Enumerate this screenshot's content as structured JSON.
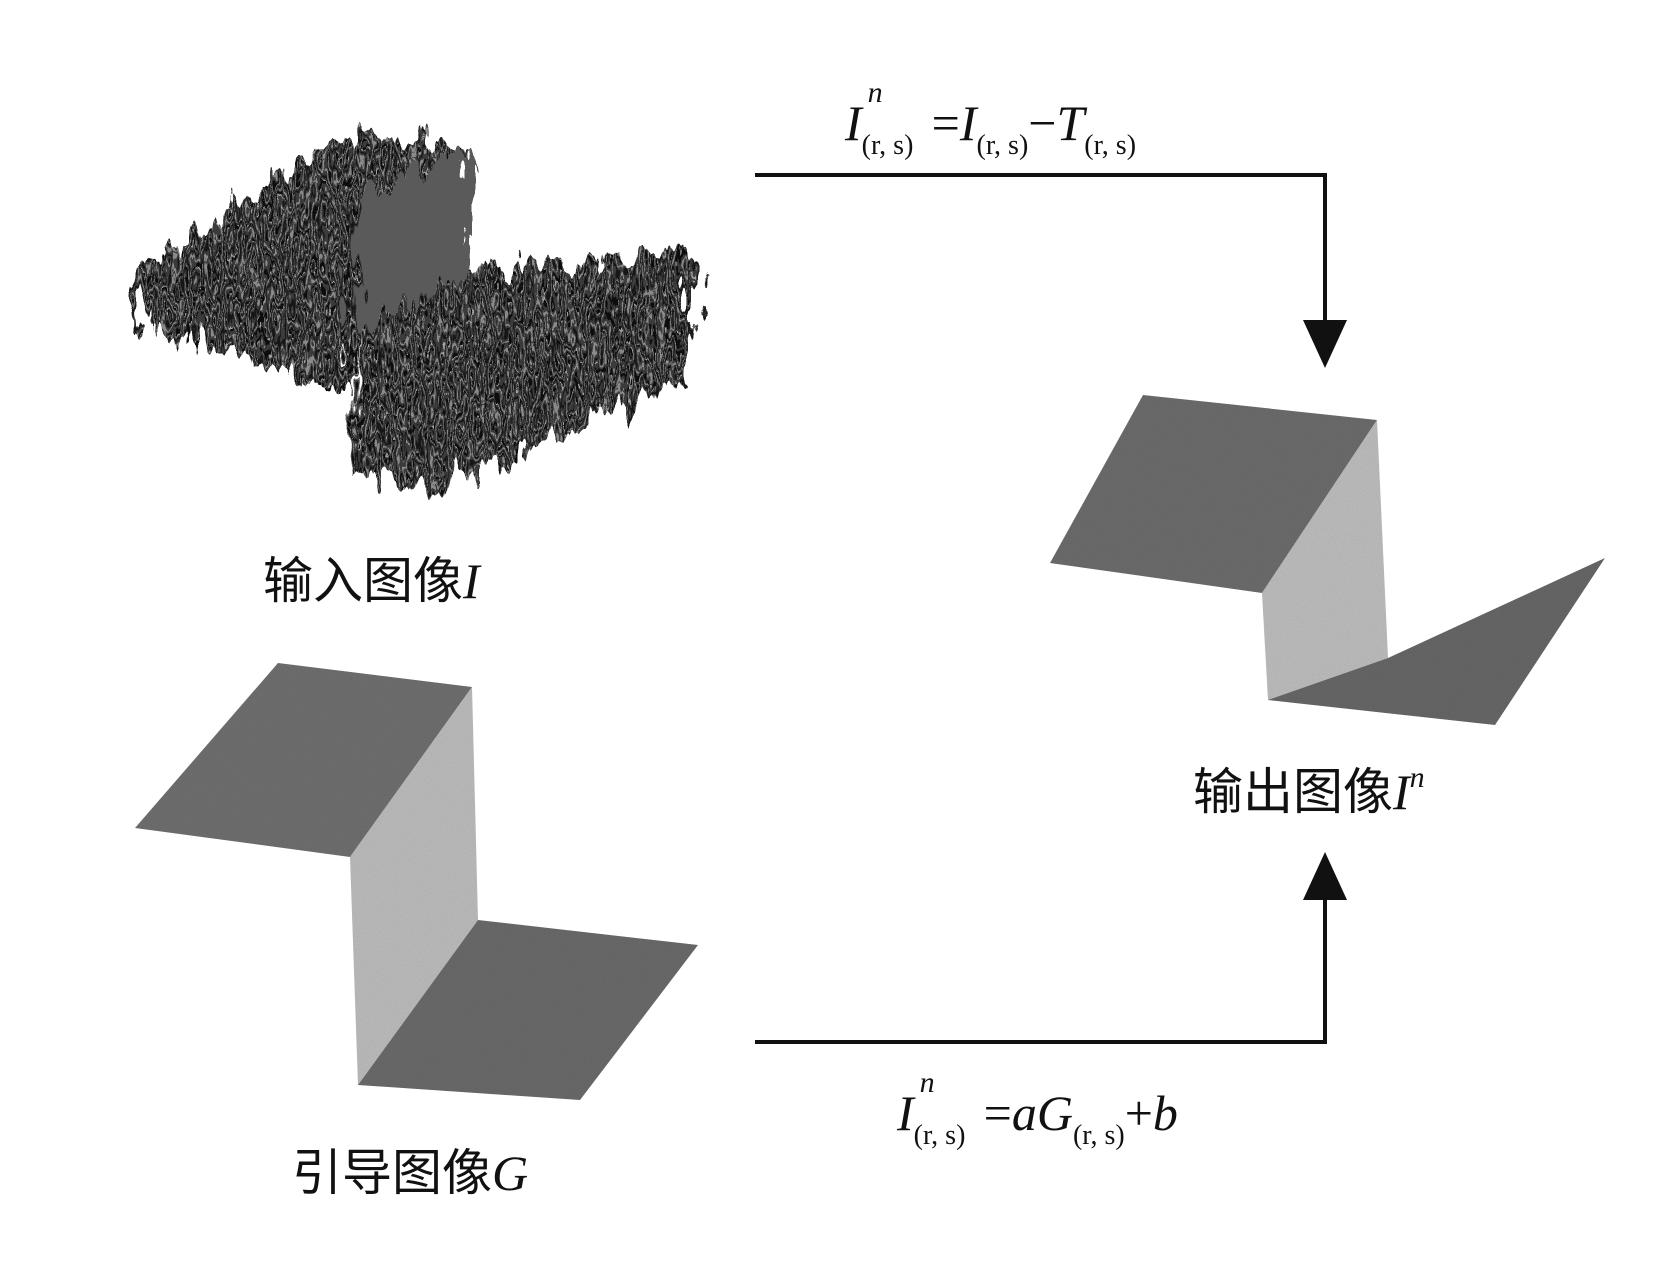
{
  "labels": {
    "input": "输入图像",
    "input_var": "I",
    "guide": "引导图像",
    "guide_var": "G",
    "output": "输出图像",
    "output_var": "I",
    "output_sup": "n"
  },
  "formulas": {
    "top": {
      "lhs": "I",
      "lhs_sup": "n",
      "lhs_sub": "(r, s)",
      "eq": "=",
      "t1": "I",
      "t1_sub": "(r, s)",
      "op": "−",
      "t2": "T",
      "t2_sub": "(r, s)"
    },
    "bottom": {
      "lhs": "I",
      "lhs_sup": "n",
      "lhs_sub": "(r, s)",
      "eq": "=",
      "a": "a",
      "g": "G",
      "g_sub": "(r, s)",
      "plus": "+",
      "b": "b"
    }
  },
  "colors": {
    "line": "#111111",
    "surface_dark": "#6b6b6b",
    "surface_wall": "#bdbdbd"
  }
}
